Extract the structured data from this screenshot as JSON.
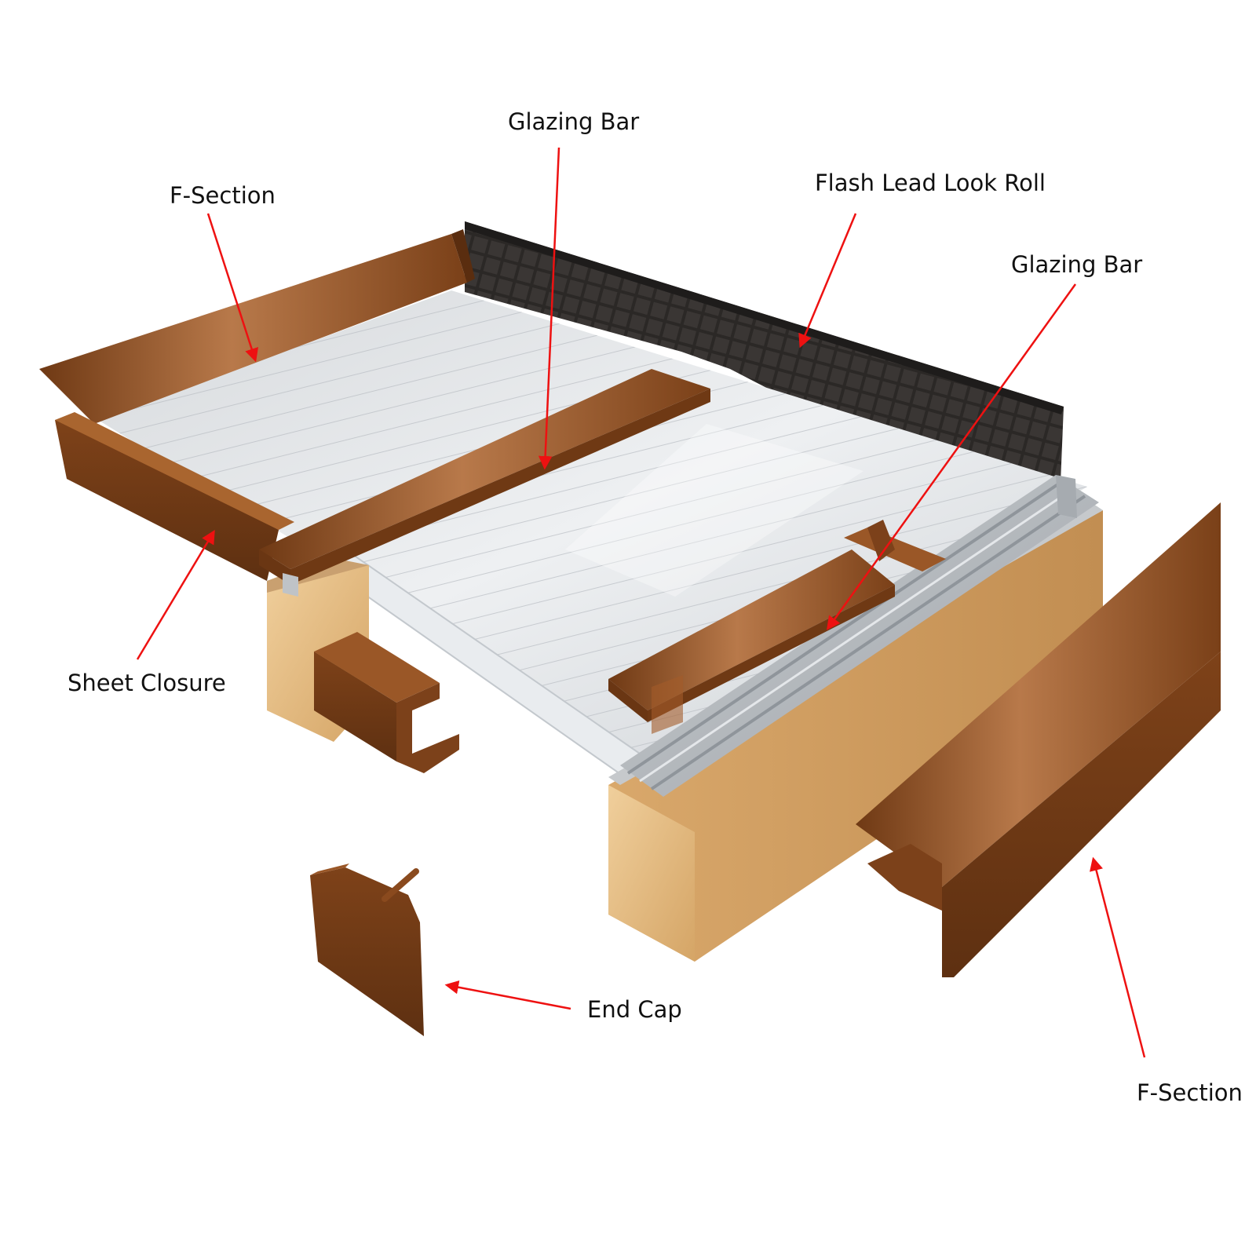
{
  "diagram": {
    "subject": "polycarbonate roof glazing bar system exploded view",
    "colors": {
      "brown_pvc": "#8a4a1e",
      "timber": "#e3b97e",
      "lead_flashing": "#2b2826",
      "polycarbonate": "#e7e9ec",
      "aluminium": "#b9bdc1",
      "arrow": "#ee1111",
      "text": "#111111"
    },
    "labels": {
      "glazing_bar_top": "Glazing Bar",
      "f_section_left": "F-Section",
      "flash_lead_look_roll": "Flash Lead Look Roll",
      "glazing_bar_right": "Glazing Bar",
      "sheet_closure": "Sheet Closure",
      "end_cap": "End Cap",
      "f_section_right": "F-Section"
    }
  }
}
